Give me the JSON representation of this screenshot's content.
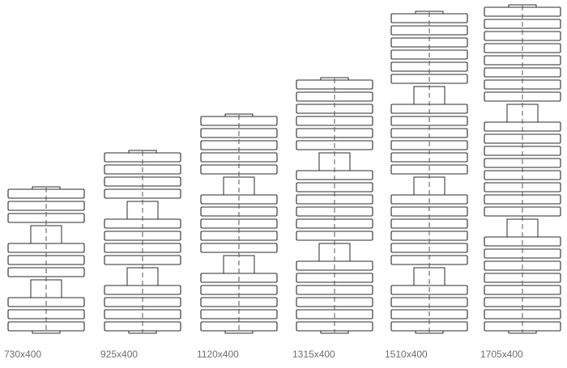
{
  "title": "",
  "colors": {
    "stroke": "#2b2b2b",
    "fill": "#ffffff",
    "label": "#6e6e6e",
    "centerline": "#555555"
  },
  "models": [
    {
      "label": "730x400",
      "groups": [
        3,
        3,
        3
      ]
    },
    {
      "label": "925x400",
      "groups": [
        4,
        4,
        4
      ]
    },
    {
      "label": "1120x400",
      "groups": [
        5,
        5,
        5
      ]
    },
    {
      "label": "1315x400",
      "groups": [
        6,
        6,
        6
      ]
    },
    {
      "label": "1510x400",
      "groups": [
        6,
        6,
        6,
        4
      ]
    },
    {
      "label": "1705x400",
      "groups": [
        8,
        8,
        8
      ]
    }
  ]
}
